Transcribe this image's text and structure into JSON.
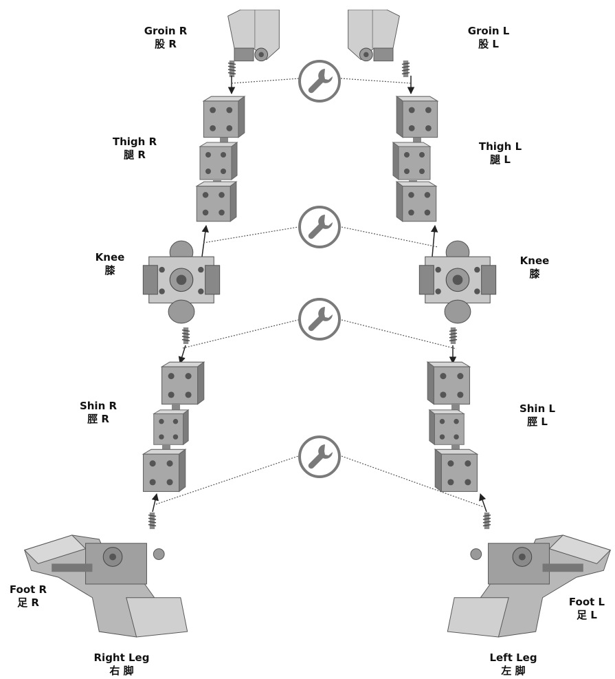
{
  "labels": {
    "groin_r": {
      "en": "Groin R",
      "ja": "股 R"
    },
    "groin_l": {
      "en": "Groin L",
      "ja": "股 L"
    },
    "thigh_r": {
      "en": "Thigh R",
      "ja": "腿 R"
    },
    "thigh_l": {
      "en": "Thigh L",
      "ja": "腿 L"
    },
    "knee_r": {
      "en": "Knee",
      "ja": "膝"
    },
    "knee_l": {
      "en": "Knee",
      "ja": "膝"
    },
    "shin_r": {
      "en": "Shin R",
      "ja": "脛 R"
    },
    "shin_l": {
      "en": "Shin L",
      "ja": "脛 L"
    },
    "foot_r": {
      "en": "Foot R",
      "ja": "足 R"
    },
    "foot_l": {
      "en": "Foot L",
      "ja": "足 L"
    },
    "right_leg": {
      "en": "Right Leg",
      "ja": "右 脚"
    },
    "left_leg": {
      "en": "Left Leg",
      "ja": "左 脚"
    }
  },
  "icons": {
    "assembly_step": "wrench-icon",
    "connector": "screw-icon",
    "link_arrow": "arrow-down-icon"
  },
  "colors": {
    "part_light": "#d6d6d6",
    "part_mid": "#a8a8a8",
    "part_dark": "#6e6e6e",
    "wrench_circle": "#7a7a7a",
    "connector_line": "#555555",
    "text": "#111111"
  }
}
